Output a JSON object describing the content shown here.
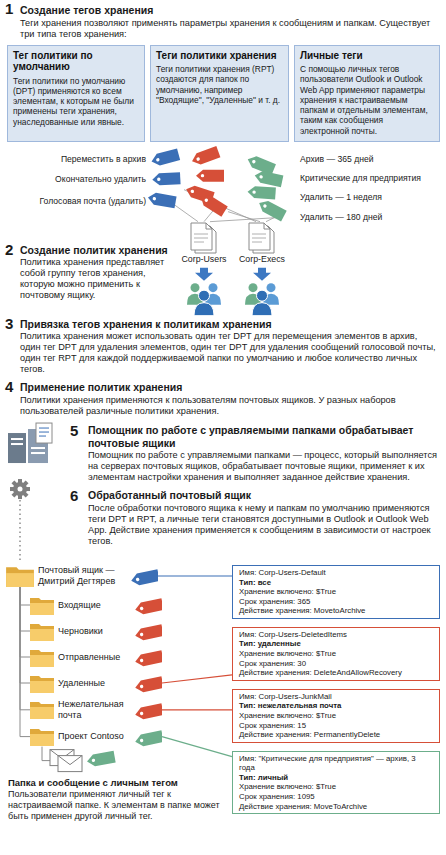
{
  "diagram": {
    "nodes": [
      {
        "text": [
          "Тег политики по умолчанию",
          "Теги политики по умолчанию (DPT) применяются ко всем элементам, к которым не были применены теги хранения, унаследованные или явные."
        ]
      },
      {
        "text": [
          "Теги политики хранения",
          "Теги политики хранения (RPT) создаются для папок по умолчанию, например \"Входящие\", \"Удаленные\" и т. д."
        ]
      },
      {
        "text": [
          "Личные теги",
          "С помощью личных тегов пользователи Outlook и Outlook Web App применяют параметры хранения к настраиваемым папкам и отдельным элементам, таким как сообщения электронной почты."
        ]
      },
      {
        "text": [
          "Corp-Users"
        ]
      },
      {
        "text": [
          "Corp-Execs"
        ]
      },
      {
        "text": [
          "Почтовый ящик — Дмитрий Дегтярев"
        ]
      },
      {
        "text": [
          "Входящие"
        ]
      },
      {
        "text": [
          "Черновики"
        ]
      },
      {
        "text": [
          "Отправленные"
        ]
      },
      {
        "text": [
          "Удаленные"
        ]
      },
      {
        "text": [
          "Нежелательная почта"
        ]
      },
      {
        "text": [
          "Проект Contoso"
        ]
      },
      {
        "text": [
          "Имя: Corp-Users-Default",
          "Тип: все",
          "Хранение включено: $True",
          "Срок хранения: 365",
          "Действие хранения: MovetoArchive"
        ]
      },
      {
        "text": [
          "Имя: Corp-Users-DeletedItems",
          "Тип: удаленные",
          "Хранение включено: $True",
          "Срок хранения: 30",
          "Действие хранения: DeleteAndAllowRecovery"
        ]
      },
      {
        "text": [
          "Имя: Corp-Users-JunkMail",
          "Тип: нежелательная почта",
          "Хранение включено: $True",
          "Срок хранения: 15",
          "Действие хранения: PermanentlyDelete"
        ]
      },
      {
        "text": [
          "Имя: \"Критические для предприятия\" — архив, 3 года",
          "Тип: личный",
          "Хранение включено: $True",
          "Срок хранения: 1095",
          "Действие хранения: MoveToArchive"
        ]
      }
    ],
    "edges": [
      {
        "from": 5,
        "to": 6,
        "arrow": "none"
      },
      {
        "from": 5,
        "to": 7,
        "arrow": "none"
      },
      {
        "from": 5,
        "to": 8,
        "arrow": "none"
      },
      {
        "from": 5,
        "to": 9,
        "arrow": "none"
      },
      {
        "from": 5,
        "to": 10,
        "arrow": "none"
      },
      {
        "from": 5,
        "to": 11,
        "arrow": "none"
      },
      {
        "from": 12,
        "to": 5,
        "arrow": "none"
      },
      {
        "from": 13,
        "to": 9,
        "arrow": "none"
      },
      {
        "from": 14,
        "to": 10,
        "arrow": "none"
      },
      {
        "from": 15,
        "to": 11,
        "arrow": "none"
      }
    ],
    "labels": [
      "1",
      "Создание тегов хранения",
      "Теги хранения позволяют применять параметры хранения к сообщениям и папкам. Существует три типа тегов хранения:",
      "Переместить в архив",
      "Окончательно удалить",
      "Голосовая почта (удалить)",
      "Архив — 365 дней",
      "Критические для предприятия",
      "Удалить — 1 неделя",
      "Удалить — 180 дней",
      "2",
      "Создание политик хранения",
      "Политика хранения представляет собой группу тегов хранения, которую можно применить к почтовому ящику.",
      "3",
      "Привязка тегов хранения к политикам хранения",
      "Политика хранения может использовать один тег DPT для перемещения элементов в архив, один тег DPT для удаления элементов, один тег DPT для удаления сообщений голосовой почты, один тег RPT для каждой поддерживаемой папки по умолчанию и любое количество личных тегов.",
      "4",
      "Применение политик хранения",
      "Политики хранения применяются к пользователям почтовых ящиков. У разных наборов пользователей различные политики хранения.",
      "5",
      "Помощник по работе с управляемыми папками обрабатывает почтовые ящики",
      "Помощник по работе с управляемыми папками — процесс, который выполняется на серверах почтовых ящиков, обрабатывает почтовые ящики, применяет к их элементам настройки хранения и выполняет заданное действие хранения.",
      "6",
      "Обработанный почтовый ящик",
      "После обработки почтового ящика к нему и папкам по умолчанию применяются теги DPT и RPT, а личные теги становятся доступными в Outlook и Outlook Web App. Действие хранения применяется к сообщениям в зависимости от настроек тегов.",
      "Папка и сообщение с личным тегом",
      "Пользователи применяют личный тег к настраиваемой папке. К элементам в папке может быть применен другой личный тег."
    ]
  }
}
